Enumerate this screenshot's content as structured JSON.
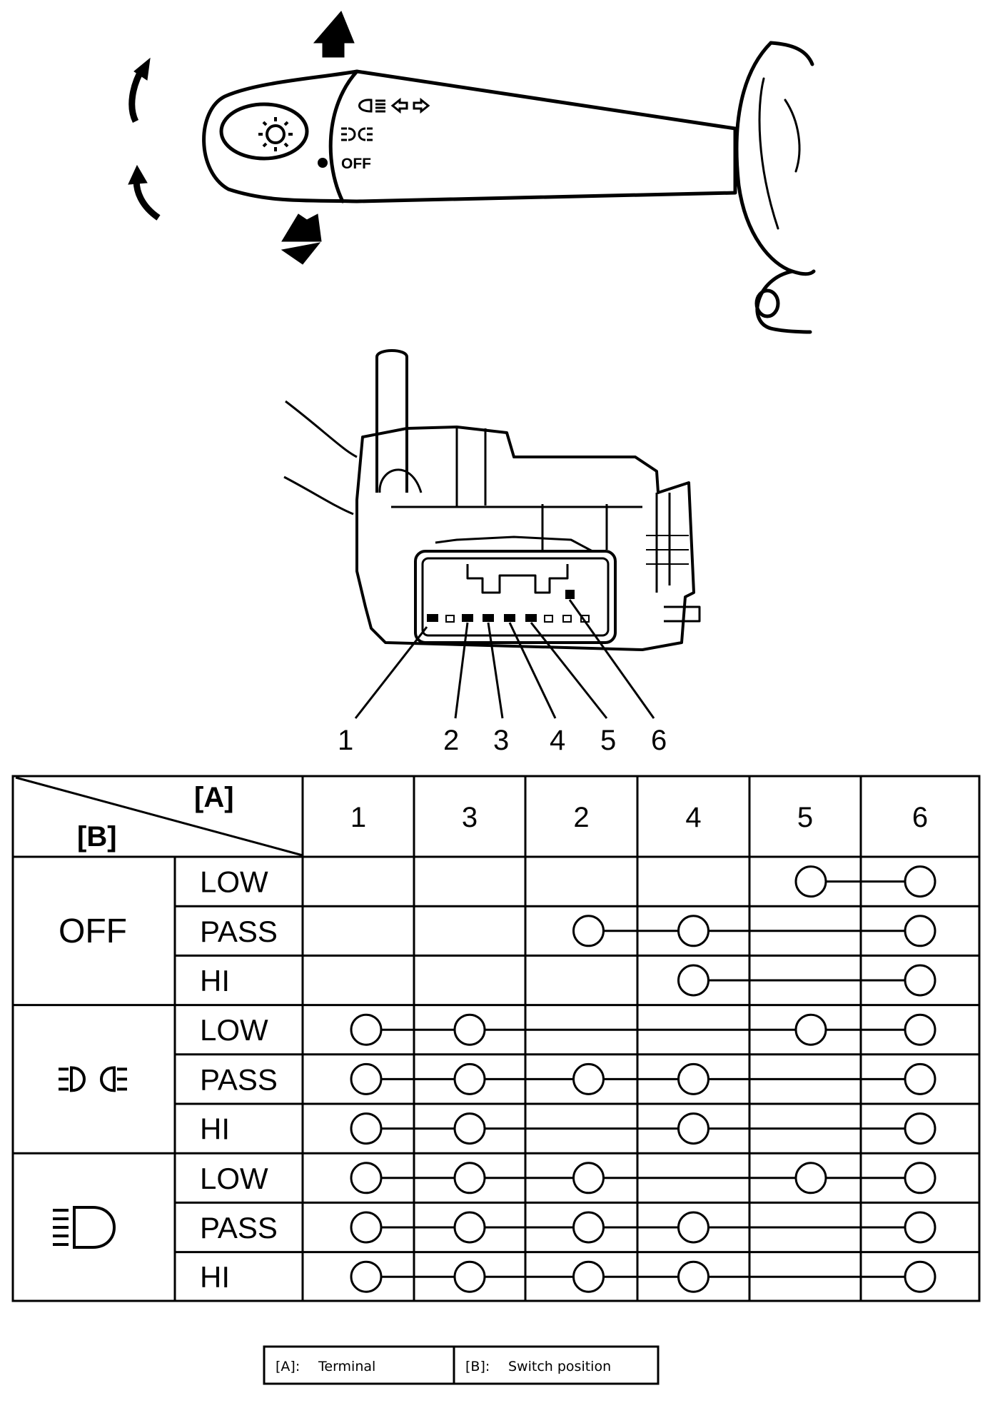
{
  "lever": {
    "symbol_labels": {
      "off": "OFF"
    }
  },
  "terminals": {
    "callout_numbers": [
      "1",
      "2",
      "3",
      "4",
      "5",
      "6"
    ]
  },
  "table": {
    "header_a": "[A]",
    "header_b": "[B]",
    "columns": [
      "1",
      "3",
      "2",
      "4",
      "5",
      "6"
    ],
    "groups": [
      {
        "switch": "OFF",
        "icon": "none",
        "rows": [
          {
            "beam": "LOW",
            "connected": [
              "5",
              "6"
            ]
          },
          {
            "beam": "PASS",
            "connected": [
              "2",
              "4",
              "6"
            ]
          },
          {
            "beam": "HI",
            "connected": [
              "4",
              "6"
            ]
          }
        ]
      },
      {
        "switch": "",
        "icon": "tail-light-icon",
        "rows": [
          {
            "beam": "LOW",
            "connected": [
              "1",
              "3",
              "5",
              "6"
            ]
          },
          {
            "beam": "PASS",
            "connected": [
              "1",
              "3",
              "2",
              "4",
              "6"
            ]
          },
          {
            "beam": "HI",
            "connected": [
              "1",
              "3",
              "4",
              "6"
            ]
          }
        ]
      },
      {
        "switch": "",
        "icon": "headlight-icon",
        "rows": [
          {
            "beam": "LOW",
            "connected": [
              "1",
              "3",
              "2",
              "5",
              "6"
            ]
          },
          {
            "beam": "PASS",
            "connected": [
              "1",
              "3",
              "2",
              "4",
              "6"
            ]
          },
          {
            "beam": "HI",
            "connected": [
              "1",
              "3",
              "2",
              "4",
              "6"
            ]
          }
        ]
      }
    ]
  },
  "legend": {
    "a_key": "[A]:",
    "a_value": "Terminal",
    "b_key": "[B]:",
    "b_value": "Switch position"
  }
}
